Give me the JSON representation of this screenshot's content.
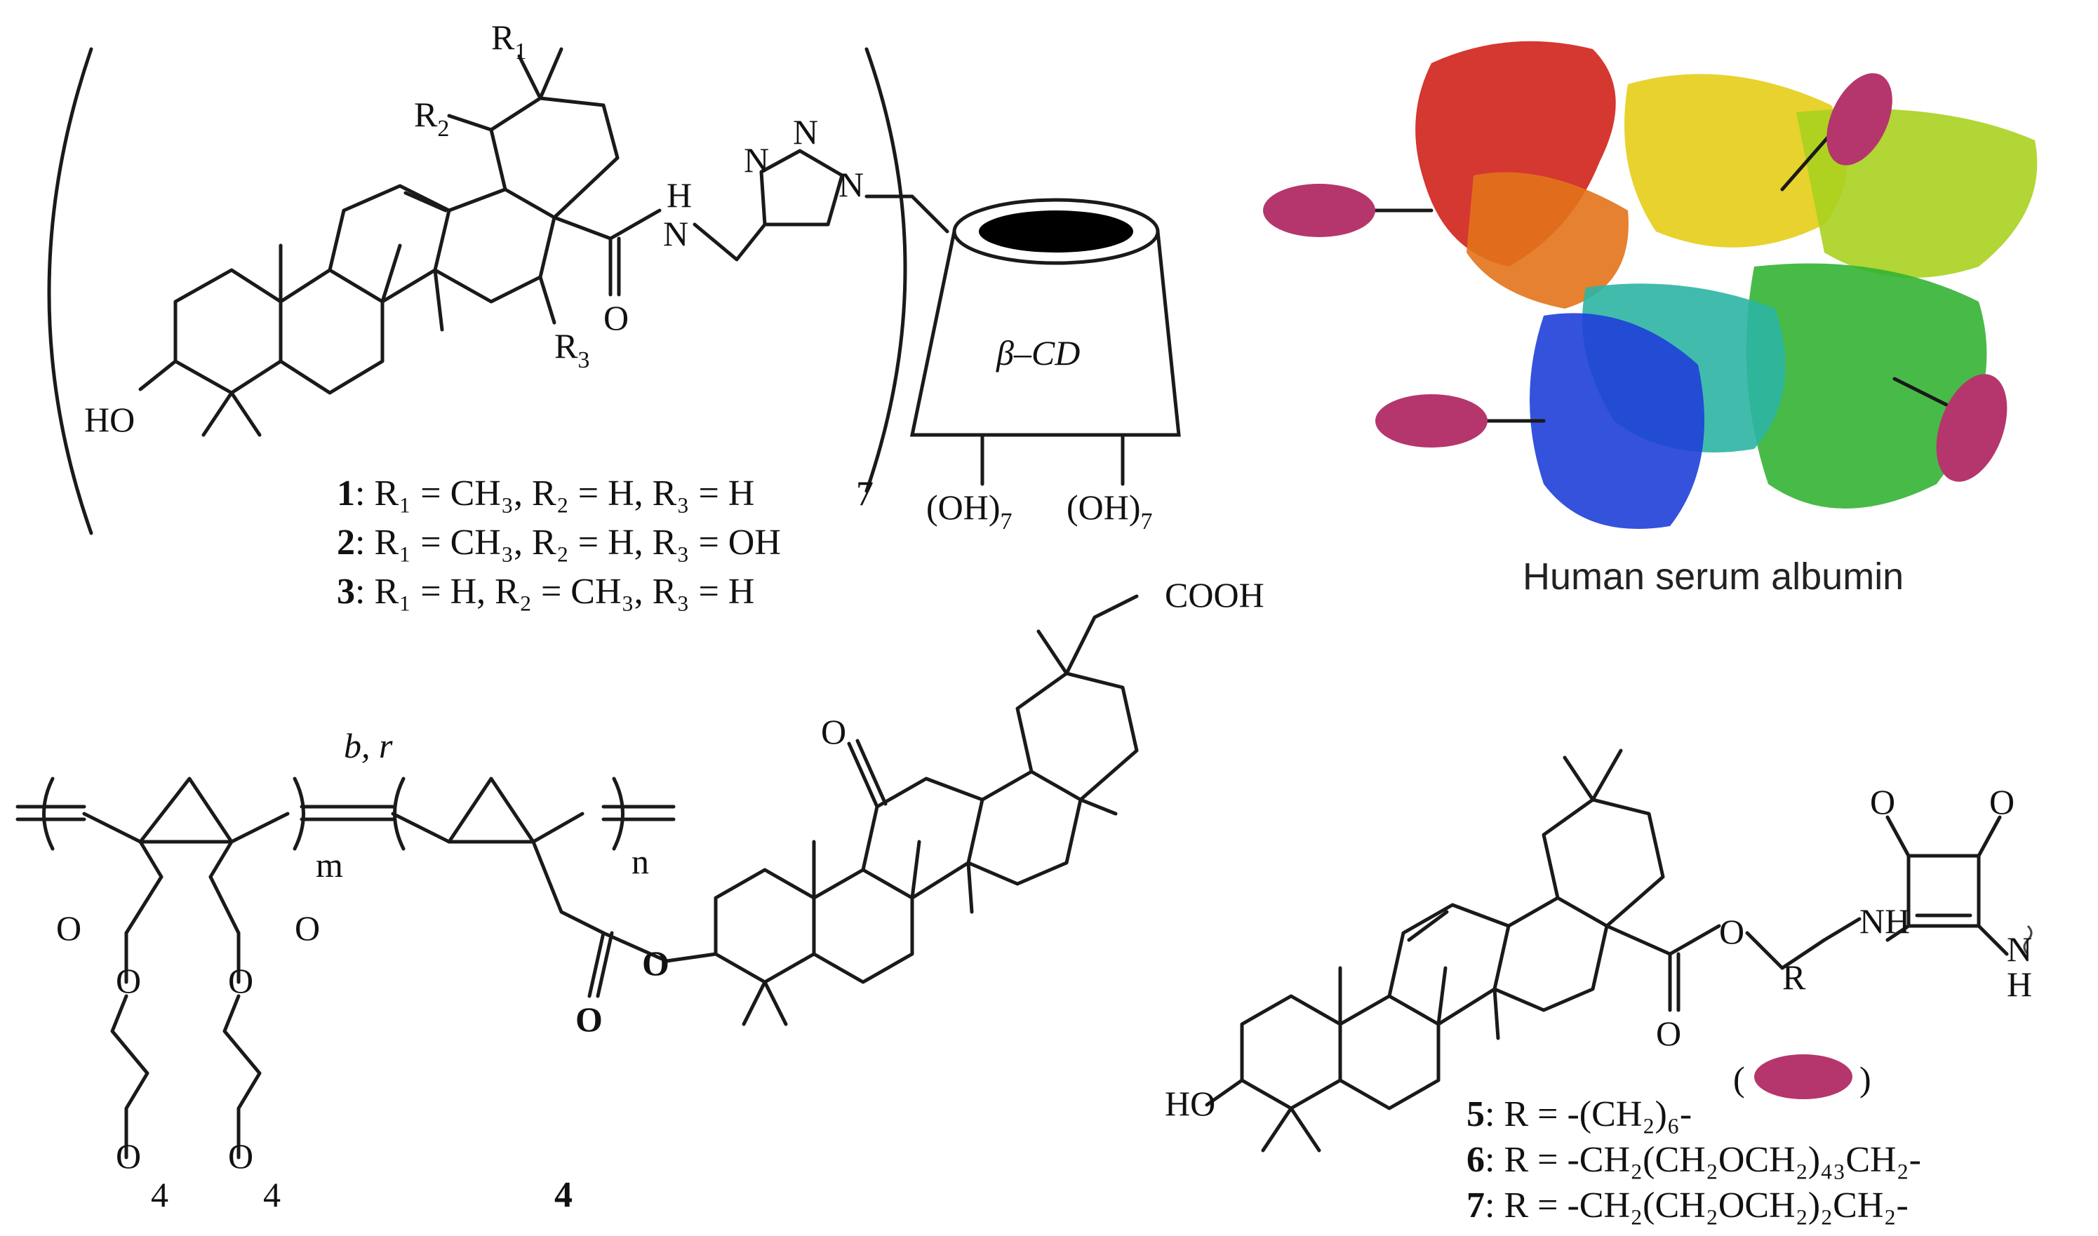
{
  "top_left": {
    "substituents": [
      "R1",
      "R2",
      "R3"
    ],
    "labels": {
      "r1": "R",
      "r1_sub": "1",
      "r2": "R",
      "r2_sub": "2",
      "r3": "R",
      "r3_sub": "3",
      "ho": "HO",
      "nh_h": "H",
      "nh_n": "N",
      "o": "O",
      "tri_n1": "N",
      "tri_n2": "N",
      "tri_n3": "N",
      "repeat": "7",
      "cd": "β–CD",
      "oh_left": "(OH)",
      "oh_left_sub": "7",
      "oh_right": "(OH)",
      "oh_right_sub": "7"
    },
    "compounds": [
      {
        "num": "1",
        "text": ": R₁ = CH₃, R₂ = H, R₃ = H"
      },
      {
        "num": "2",
        "text": ": R₁ = CH₃, R₂ = H, R₃ = OH"
      },
      {
        "num": "3",
        "text": ": R₁ = H, R₂ = CH₃, R₃ = H"
      }
    ]
  },
  "top_right": {
    "caption": "Human serum albumin",
    "colors": {
      "red": "#d1261f",
      "orange": "#e2731b",
      "yellow": "#e6cd16",
      "lime": "#a9d21f",
      "green": "#34b334",
      "cyan": "#2cb5a3",
      "blue": "#1f3fd8",
      "ellipse": "#b5366c"
    }
  },
  "bottom_left": {
    "labels": {
      "cooh": "COOH",
      "o_ketone": "O",
      "br": "b, r",
      "m": "m",
      "n": "n",
      "o_ester": "O",
      "o_bold": "O",
      "o1": "O",
      "o2": "O",
      "o3": "O",
      "o4": "O",
      "o5": "O",
      "o6": "O",
      "peg1": "4",
      "peg2": "4",
      "compound": "4"
    }
  },
  "bottom_right": {
    "labels": {
      "o1": "O",
      "o2": "O",
      "o_est": "O",
      "o_link": "O",
      "r": "R",
      "nh1": "NH",
      "nh2": "N",
      "nh2_h": "H",
      "ho": "HO",
      "paren_l": "(",
      "paren_r": ")"
    },
    "compounds": [
      {
        "num": "5",
        "text": ": R = -(CH₂)₆-"
      },
      {
        "num": "6",
        "text": ": R = -CH₂(CH₂OCH₂)₄₃CH₂-"
      },
      {
        "num": "7",
        "text": ": R = -CH₂(CH₂OCH₂)₂CH₂-"
      }
    ]
  }
}
